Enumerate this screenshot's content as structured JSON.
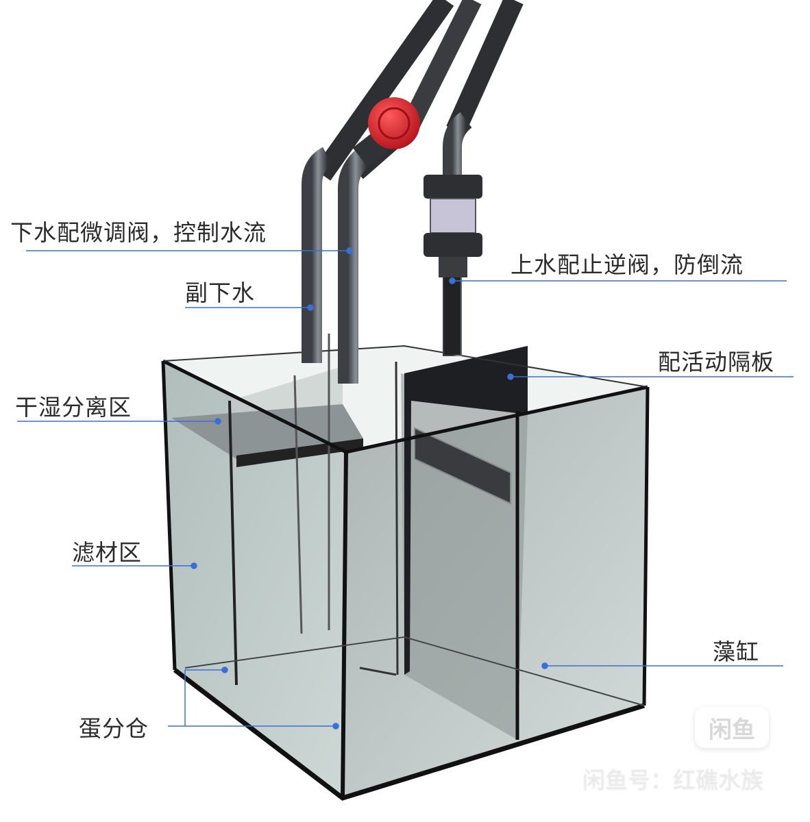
{
  "labels": {
    "drain_valve": "下水配微调阀，控制水流",
    "secondary_drain": "副下水",
    "return_check_valve": "上水配止逆阀，防倒流",
    "movable_baffle": "配活动隔板",
    "wet_dry_zone": "干湿分离区",
    "filter_media_zone": "滤材区",
    "algae_tank": "藻缸",
    "skimmer_chamber": "蛋分仓"
  },
  "watermark": {
    "logo": "闲鱼",
    "text": "闲鱼号：红礁水族"
  },
  "colors": {
    "leader_line": "#3a6fd8",
    "valve_red": "#d8202a",
    "glass": "#a9bdb8"
  }
}
